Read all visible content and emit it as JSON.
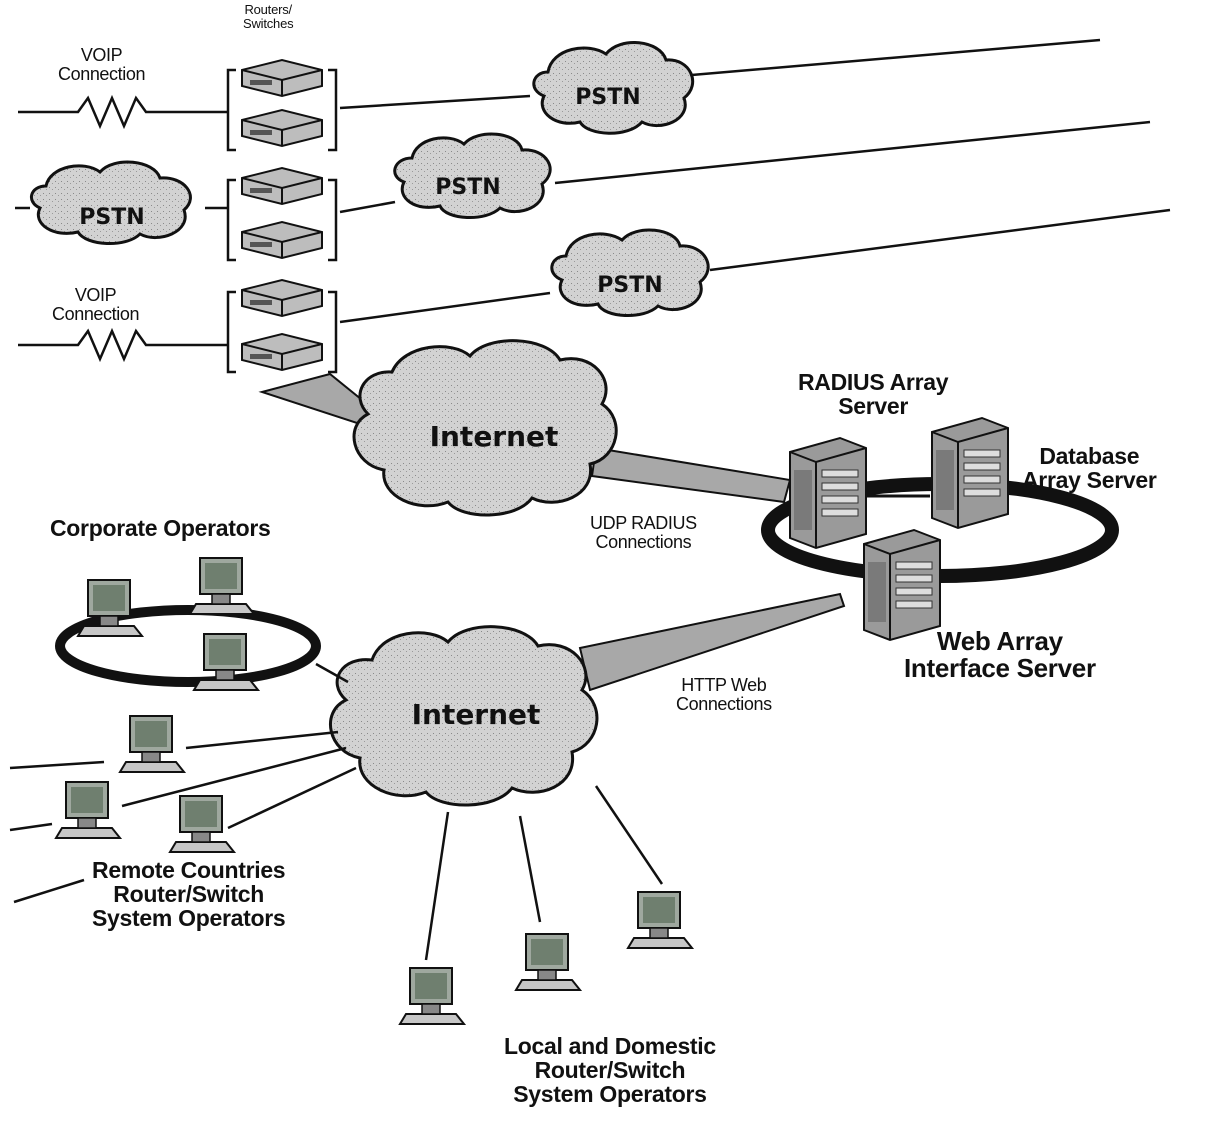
{
  "labels": {
    "routers_switches": [
      "Routers/",
      "Switches"
    ],
    "voip_top": [
      "VOIP",
      "Connection"
    ],
    "voip_bottom": [
      "VOIP",
      "Connection"
    ],
    "pstn": [
      "PSTN",
      "PSTN",
      "PSTN",
      "PSTN"
    ],
    "internet_top": "Internet",
    "internet_bottom": "Internet",
    "radius_server": [
      "RADIUS Array",
      "Server"
    ],
    "database_server": [
      "Database",
      "Array Server"
    ],
    "web_server": [
      "Web Array",
      "Interface Server"
    ],
    "udp_radius": [
      "UDP RADIUS",
      "Connections"
    ],
    "http_web": [
      "HTTP Web",
      "Connections"
    ],
    "corporate_operators": "Corporate Operators",
    "remote_operators": [
      "Remote Countries",
      "Router/Switch",
      "System Operators"
    ],
    "local_operators": [
      "Local and Domestic",
      "Router/Switch",
      "System Operators"
    ]
  },
  "colors": {
    "line": "#111111",
    "cloud_fill": "#cfcfcf",
    "server_fill": "#9a9a9a",
    "ring": "#111111",
    "beam_fill": "#a8a8a8",
    "monitor_screen": "#6f7f6f"
  }
}
